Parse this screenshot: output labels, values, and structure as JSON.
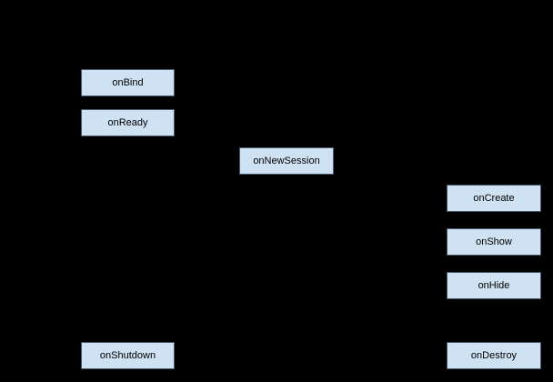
{
  "diagram": {
    "type": "flowchart",
    "description": "lifecycle-callback-diagram",
    "colors": {
      "background": "#000000",
      "node_fill": "#cfe2f3",
      "node_border": "#46586c",
      "node_text": "#000000"
    },
    "nodes": [
      {
        "id": "onBind",
        "label": "onBind"
      },
      {
        "id": "onReady",
        "label": "onReady"
      },
      {
        "id": "onNewSession",
        "label": "onNewSession"
      },
      {
        "id": "onCreate",
        "label": "onCreate"
      },
      {
        "id": "onShow",
        "label": "onShow"
      },
      {
        "id": "onHide",
        "label": "onHide"
      },
      {
        "id": "onDestroy",
        "label": "onDestroy"
      },
      {
        "id": "onShutdown",
        "label": "onShutdown"
      }
    ]
  }
}
